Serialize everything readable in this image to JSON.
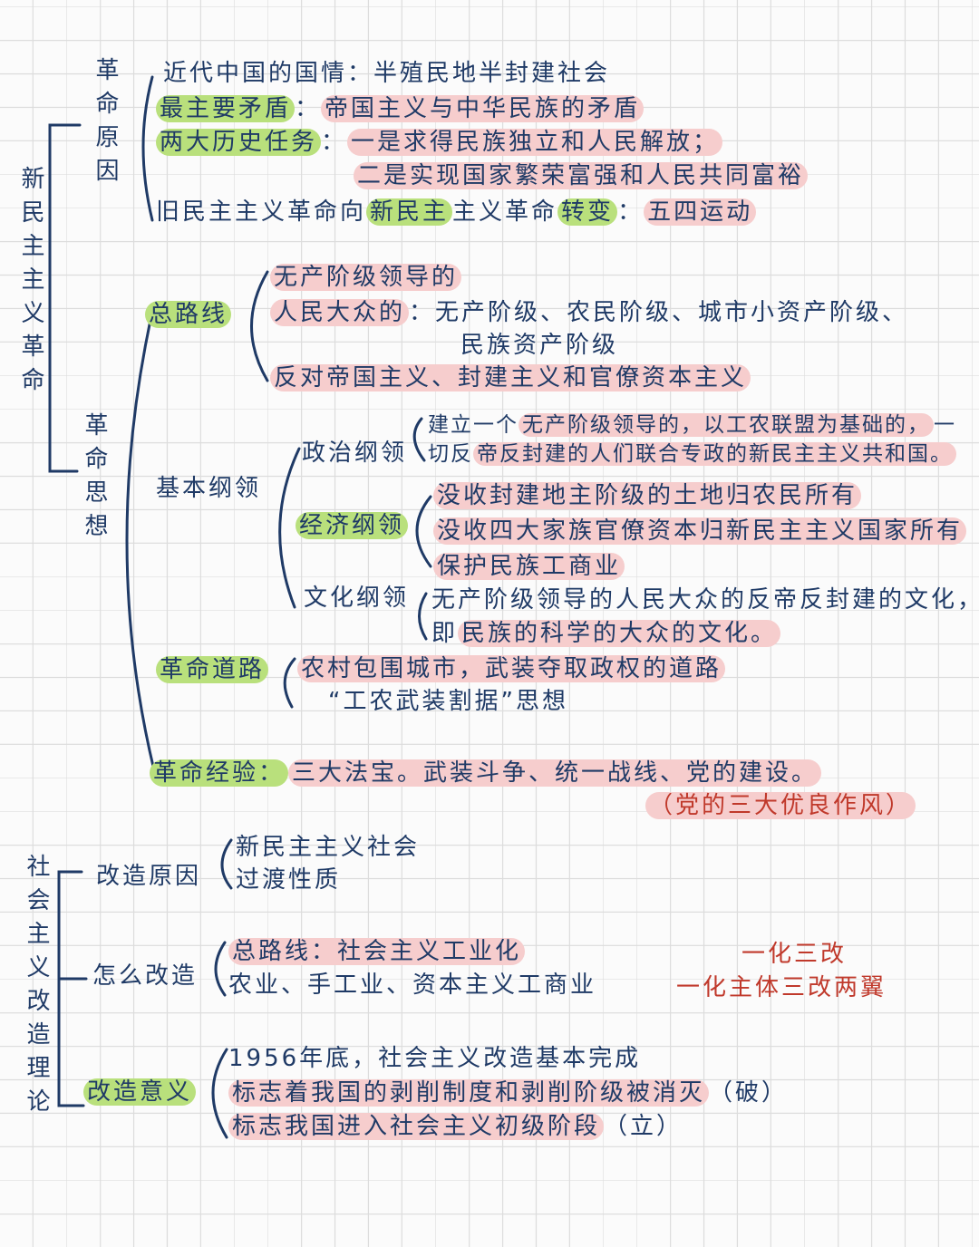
{
  "section1": {
    "title": "新民主主义革命",
    "cause": {
      "label": "革命原因",
      "lines": [
        [
          {
            "t": "近代中国的国情：半殖民地半封建社会"
          }
        ],
        [
          {
            "t": "最主要矛盾",
            "hl": "g"
          },
          {
            "t": "："
          },
          {
            "t": "帝国主义与中华民族的矛盾",
            "hl": "p"
          }
        ],
        [
          {
            "t": "两大历史任务",
            "hl": "g"
          },
          {
            "t": "："
          },
          {
            "t": "一是求得民族独立和人民解放；",
            "hl": "p"
          }
        ],
        [
          {
            "t": "二是实现国家繁荣富强和人民共同富裕",
            "hl": "p"
          }
        ],
        [
          {
            "t": "旧民主主义革命向"
          },
          {
            "t": "新民主",
            "hl": "g"
          },
          {
            "t": "主义革命"
          },
          {
            "t": "转变",
            "hl": "g"
          },
          {
            "t": "："
          },
          {
            "t": "五四运动",
            "hl": "p"
          }
        ]
      ]
    },
    "thought": {
      "label": "革命思想",
      "general_line": {
        "label": "总路线",
        "lines": [
          [
            {
              "t": "无产阶级领导的",
              "hl": "p"
            }
          ],
          [
            {
              "t": "人民大众的",
              "hl": "p"
            },
            {
              "t": "：无产阶级、农民阶级、城市小资产阶级、"
            }
          ],
          [
            {
              "t": "民族资产阶级"
            }
          ],
          [
            {
              "t": "反对帝国主义、封建主义和官僚资本主义",
              "hl": "p"
            }
          ]
        ]
      },
      "program": {
        "label": "基本纲领",
        "political": {
          "label": "政治纲领",
          "lines": [
            [
              {
                "t": "建立一个"
              },
              {
                "t": "无产阶级领导的，以工农联盟为基础的，",
                "hl": "p"
              },
              {
                "t": "一"
              }
            ],
            [
              {
                "t": "切反"
              },
              {
                "t": "帝反封建的人们联合专政的新民主主义共和国。",
                "hl": "p"
              }
            ]
          ]
        },
        "economic": {
          "label": "经济纲领",
          "lines": [
            [
              {
                "t": "没收封建地主阶级的土地归农民所有",
                "hl": "p"
              }
            ],
            [
              {
                "t": "没收四大家族官僚资本归新民主主义国家所有",
                "hl": "p"
              }
            ],
            [
              {
                "t": "保护民族工商业",
                "hl": "p"
              }
            ]
          ]
        },
        "cultural": {
          "label": "文化纲领",
          "lines": [
            [
              {
                "t": "无产阶级领导的人民大众的反帝反封建的文化，"
              }
            ],
            [
              {
                "t": "即"
              },
              {
                "t": "民族的科学的大众的文化。",
                "hl": "p"
              }
            ]
          ]
        }
      },
      "road": {
        "label": "革命道路",
        "lines": [
          [
            {
              "t": "农村包围城市，武装夺取政权的道路",
              "hl": "p"
            }
          ],
          [
            {
              "t": "“工农武装割据”思想"
            }
          ]
        ]
      },
      "experience": {
        "label": "革命经验：",
        "lines": [
          [
            {
              "t": "三大法宝。武装斗争、统一战线、党的建设。",
              "hl": "p"
            }
          ],
          [
            {
              "t": "（党的三大优良作风）",
              "hl": "r"
            }
          ]
        ]
      }
    }
  },
  "section2": {
    "title": "社会主义改造理论",
    "reason": {
      "label": "改造原因",
      "lines": [
        [
          {
            "t": "新民主主义社会"
          }
        ],
        [
          {
            "t": "过渡性质"
          }
        ]
      ]
    },
    "how": {
      "label": "怎么改造",
      "lines": [
        [
          {
            "t": "总路线：社会主义工业化",
            "hl": "p"
          }
        ],
        [
          {
            "t": "农业、手工业、资本主义工商业"
          }
        ]
      ],
      "notes": [
        "一化三改",
        "一化主体三改两翼"
      ]
    },
    "meaning": {
      "label": "改造意义",
      "lines": [
        [
          {
            "t": "1956年底，社会主义改造基本完成"
          }
        ],
        [
          {
            "t": "标志着我国的剥削制度和剥削阶级被消灭",
            "hl": "p"
          },
          {
            "t": "（破）"
          }
        ],
        [
          {
            "t": "标志我国进入社会主义初级阶段",
            "hl": "p"
          },
          {
            "t": "（立）"
          }
        ]
      ]
    }
  }
}
